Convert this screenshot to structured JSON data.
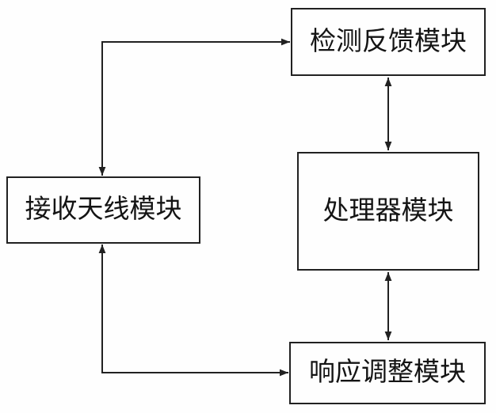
{
  "diagram": {
    "type": "block-diagram",
    "background_color": "#fefefe",
    "line_color": "#212121",
    "text_color": "#141414",
    "boxes": [
      {
        "id": "detection-feedback",
        "label": "检测反馈模块",
        "position": "top-right"
      },
      {
        "id": "receiving-antenna",
        "label": "接收天线模块",
        "position": "middle-left"
      },
      {
        "id": "processor",
        "label": "处理器模块",
        "position": "middle-right"
      },
      {
        "id": "response-adjustment",
        "label": "响应调整模块",
        "position": "bottom-right"
      }
    ],
    "connections": [
      {
        "between": [
          "receiving-antenna",
          "detection-feedback"
        ],
        "style": "elbow",
        "arrows": "both-ends"
      },
      {
        "between": [
          "receiving-antenna",
          "response-adjustment"
        ],
        "style": "elbow",
        "arrows": "both-ends"
      },
      {
        "between": [
          "detection-feedback",
          "processor"
        ],
        "style": "straight",
        "arrows": "both-ends"
      },
      {
        "between": [
          "processor",
          "response-adjustment"
        ],
        "style": "straight",
        "arrows": "both-ends"
      }
    ]
  }
}
